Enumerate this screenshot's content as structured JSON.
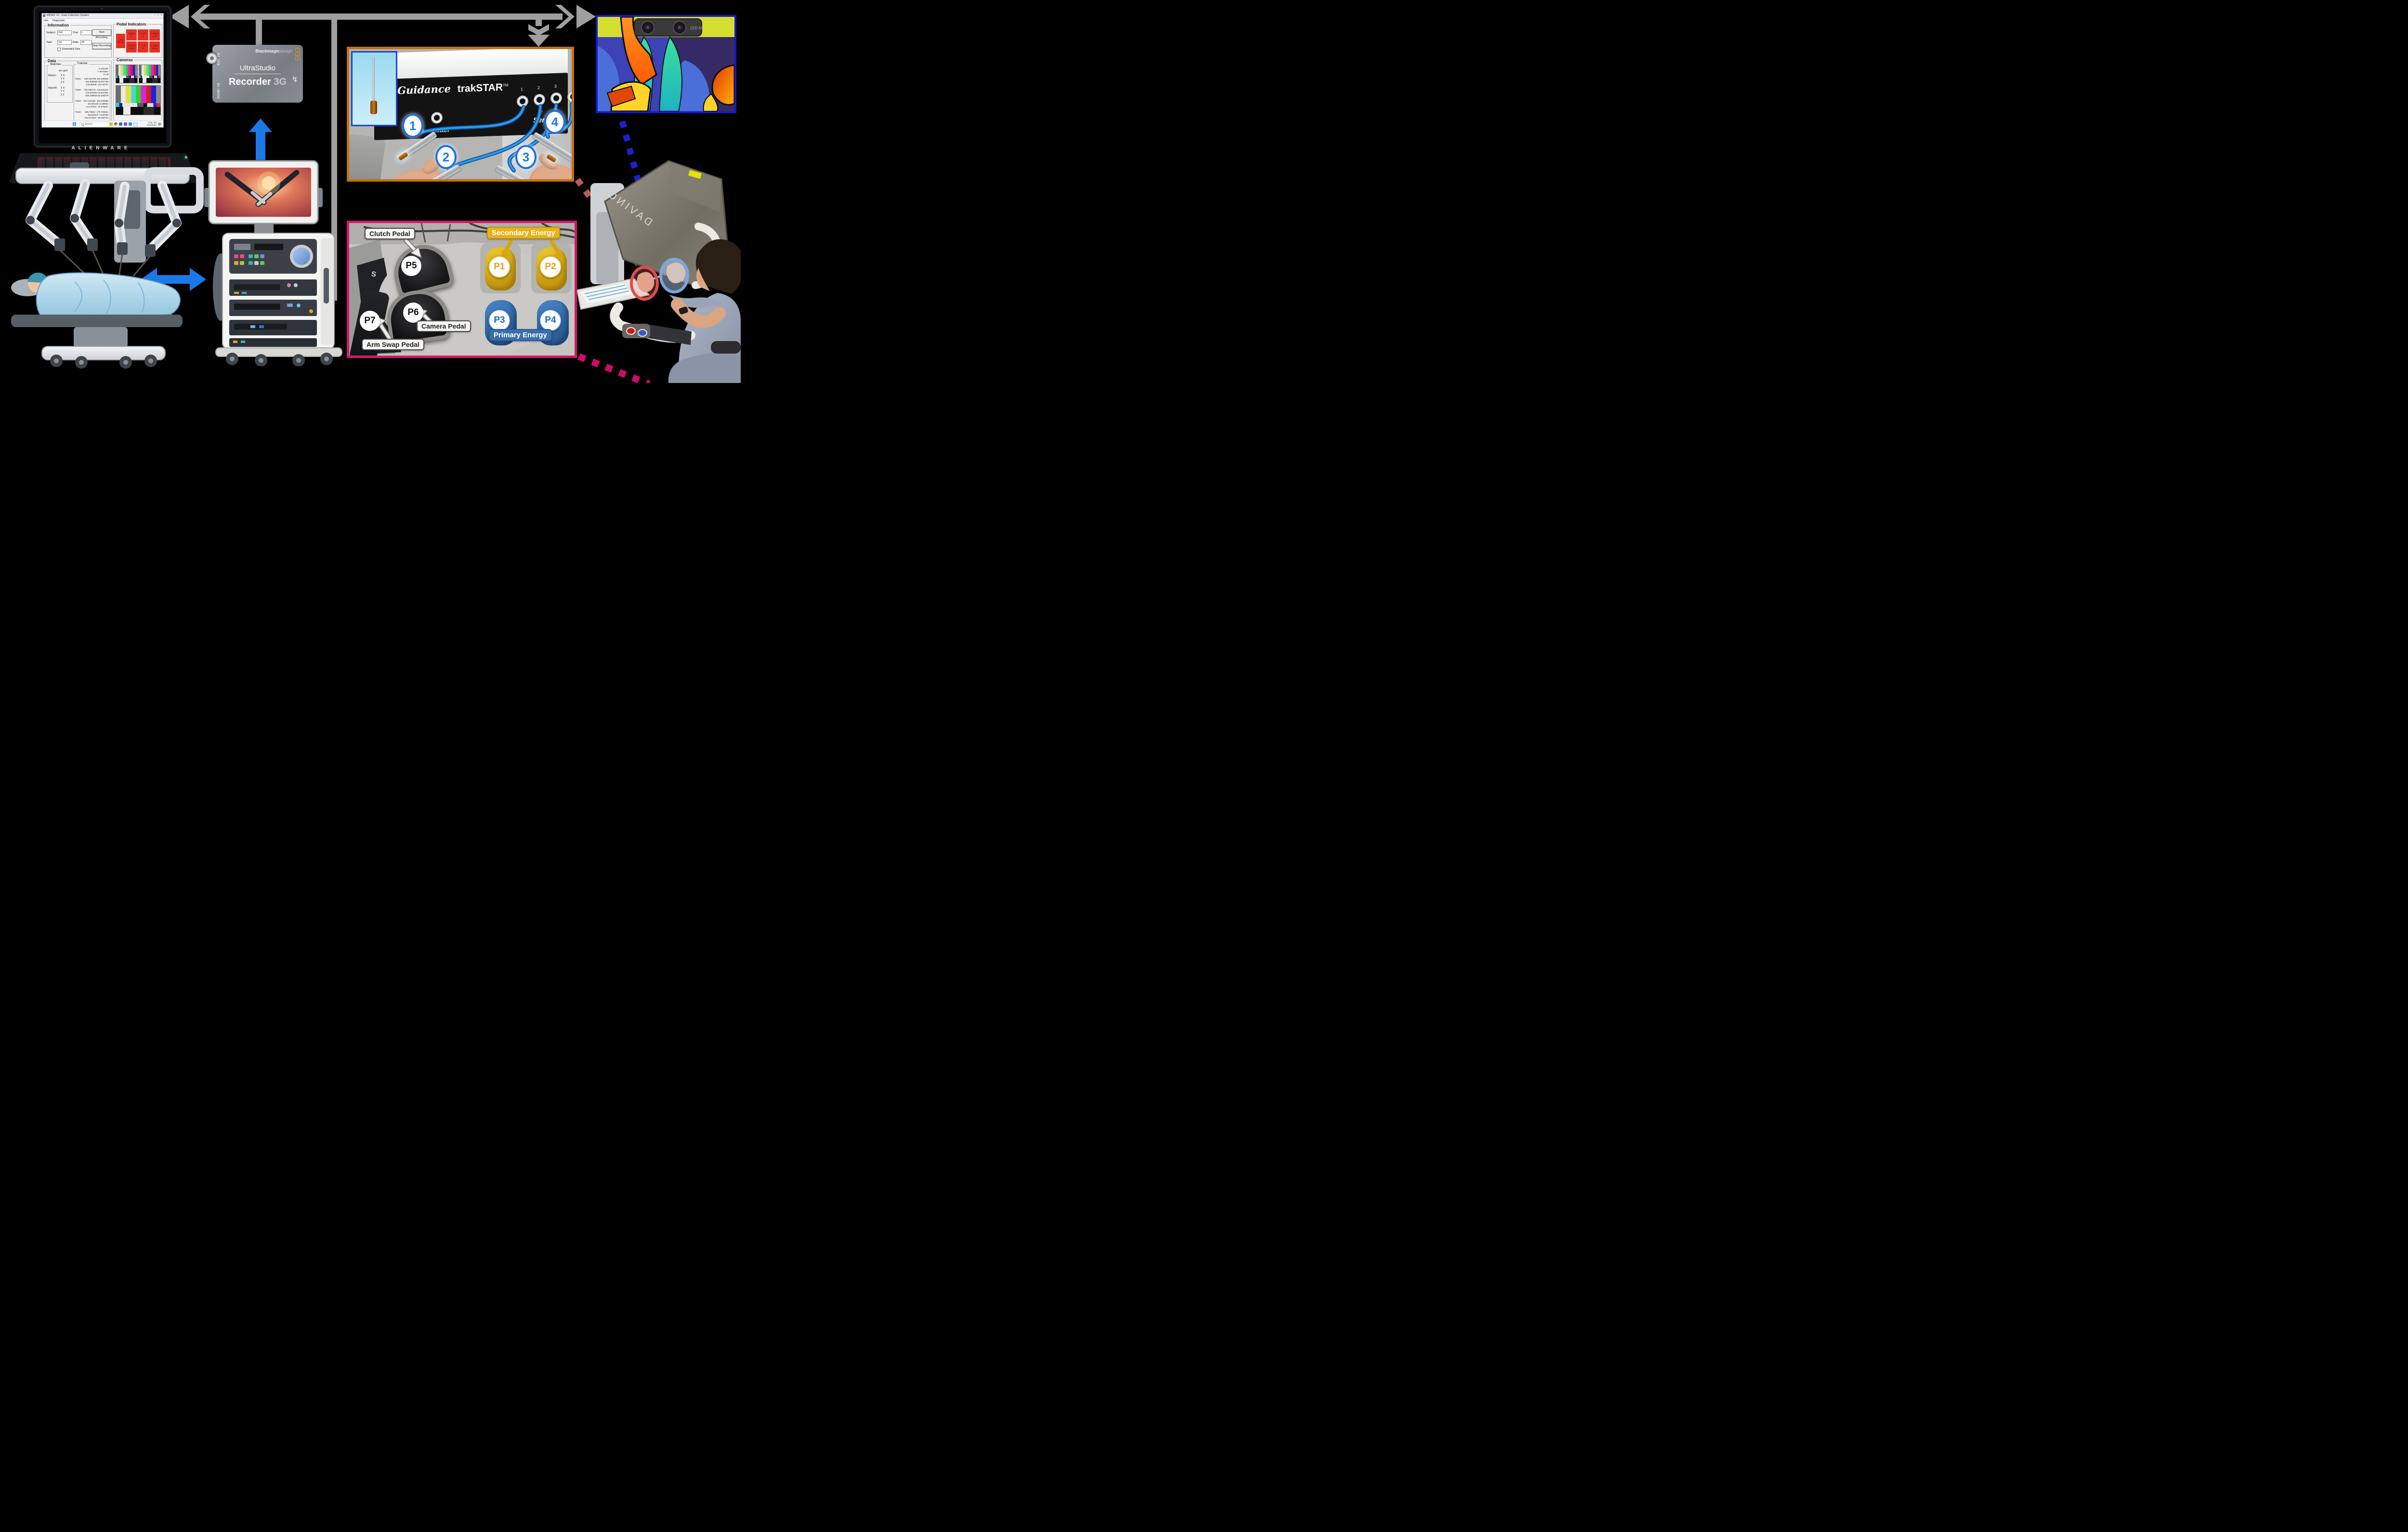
{
  "colors": {
    "bus_gray": "#9f9f9f",
    "accent_blue_arrow": "#1b78e8",
    "trak_border_orange": "#c17112",
    "pedal_border_magenta": "#d6176b",
    "depth_border_blue": "#1518c8",
    "dotted_blue": "#1722cf",
    "dotted_maroon": "#b95c55",
    "dotted_magenta": "#ce0b6b",
    "indicator_red": "#e53022"
  },
  "laptop": {
    "brand": "ALIENWARE",
    "window": {
      "title": "MIDAS V3 - Data Collection System",
      "controls": {
        "min": "−",
        "max": "□",
        "close": "×"
      },
      "menu": {
        "info": "Info",
        "diagnostic": "Diagnostic"
      },
      "information": {
        "title": "Information",
        "subject_label": "Subject:",
        "subject_value": "200",
        "trial_label": "Trial:",
        "trial_value": "1",
        "task_label": "Task:",
        "task_value": "VH",
        "rate_label": "Rate:",
        "rate_value": "30",
        "smartwatch_label": "Smartwatch Data",
        "start_button": "Start Recording",
        "stop_button": "Stop Recording"
      },
      "pedal_indicators": {
        "title": "Pedal Indicators",
        "long_name": "Long",
        "long_value": "52.46",
        "cells": [
          {
            "name": "Clutch",
            "value": "0"
          },
          {
            "name": "U Left",
            "value": "0"
          },
          {
            "name": "U Right",
            "value": "6.33"
          },
          {
            "name": "Camera",
            "value": "40.66"
          },
          {
            "name": "L Left",
            "value": "0"
          },
          {
            "name": "L Right",
            "value": "10.55"
          }
        ]
      },
      "data": {
        "title": "Data",
        "watches": {
          "title": "Watches",
          "header": "acc  gyro",
          "rows": [
            {
              "label": "WatchL:",
              "l1": "X   X",
              "l2": "Y   Y",
              "l3": "Z   Z"
            },
            {
              "label": "WatchR:",
              "l1": "X   X",
              "l2": "Y   Y",
              "l3": "Z   Z"
            }
          ]
        },
        "trakstar": {
          "title": "Trakstar",
          "h1": "X   azimuth",
          "h2": "Y  elevation",
          "h3": "Z      roll",
          "rows": [
            {
              "label": "Trak1:",
              "l1": "649.634766  162.268066",
              "l2": "-184.509668  46.801758",
              "l3": "-243.89209  -124.49707"
            },
            {
              "label": "Trak2:",
              "l1": "705.780176  -146.931152",
              "l2": "-124.904004  33.837891",
              "l3": "-284.298926  60.205078"
            },
            {
              "label": "Trak3:",
              "l1": "513.122168  -160.026855",
              "l2": "-25.003125  12.98584",
              "l3": "-141.87041  -44.978027"
            },
            {
              "label": "Trak4:",
              "l1": "536.78584  -178.769531",
              "l2": "-55.810547  7.646484",
              "l3": "-212.973047  -60.490723"
            }
          ]
        }
      },
      "cameras": {
        "title": "Cameras"
      }
    },
    "taskbar": {
      "search": "Search",
      "time": "8:31 AM",
      "date": "7/16/2024"
    }
  },
  "recorder": {
    "brand_strong": "Blackmagic",
    "brand_light": "design",
    "line1": "UltraStudio",
    "line2_strong": "Recorder",
    "line2_light": "3G",
    "sdi_label": "SDI IN",
    "hdmi_label": "HDMI IN",
    "bolt_glyph": "↯"
  },
  "trakstar_panel": {
    "brand": "3D Guidance",
    "product": "trakSTAR",
    "tm": "TM",
    "transmitter_label": "Transmitter",
    "sensors_label": "Sensors",
    "sensors_arrow": "↑",
    "ports": {
      "p1": "1",
      "p2": "2",
      "p3": "3",
      "p4": "4"
    },
    "markers": {
      "m1": "1",
      "m2": "2",
      "m3": "3",
      "m4": "4"
    }
  },
  "pedals_panel": {
    "clutch_label": "Clutch Pedal",
    "camera_label": "Camera Pedal",
    "arm_swap_label": "Arm Swap Pedal",
    "secondary_label": "Secondary Energy",
    "primary_label": "Primary Energy",
    "side_marking": "S",
    "ids": {
      "p1": "P1",
      "p2": "P2",
      "p3": "P3",
      "p4": "P4",
      "p5": "P5",
      "p6": "P6",
      "p7": "P7"
    }
  },
  "depth_panel": {
    "camera_label": "ZED M"
  },
  "console": {
    "brand_label": "DAVINCI"
  }
}
